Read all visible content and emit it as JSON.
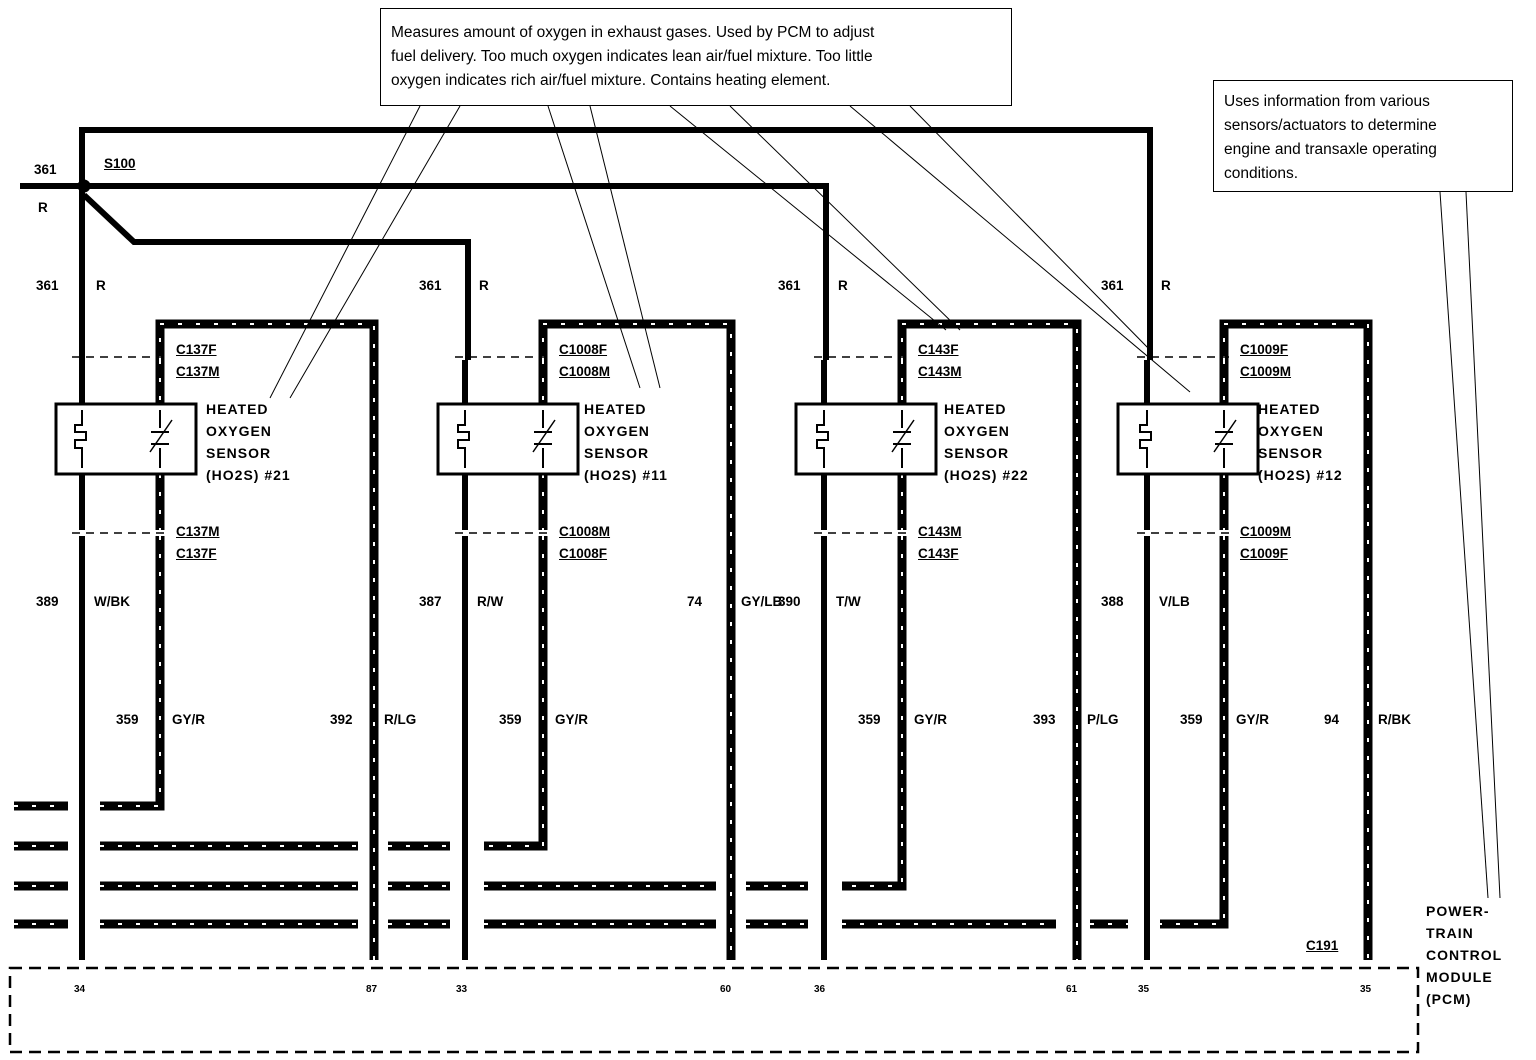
{
  "notes": {
    "hego": [
      "Measures amount of oxygen in exhaust gases. Used by PCM to adjust",
      "fuel delivery. Too much oxygen indicates lean air/fuel mixture. Too little",
      "oxygen indicates rich air/fuel mixture. Contains heating element."
    ],
    "pcm": [
      "Uses information from various",
      "sensors/actuators to determine",
      "engine and transaxle operating",
      "conditions."
    ]
  },
  "splice": {
    "circuit": "361",
    "color": "R",
    "name": "S100"
  },
  "sensors": [
    {
      "lines": [
        "HEATED",
        "OXYGEN",
        "SENSOR",
        "(HO2S) #21"
      ],
      "upper_f": "C137F",
      "upper_m": "C137M",
      "lower_m": "C137M",
      "lower_f": "C137F",
      "feed": [
        "361",
        "R"
      ],
      "sig": [
        "389",
        "W/BK"
      ],
      "gnd": [
        "359",
        "GY/R"
      ],
      "ret": [
        "392",
        "R/LG"
      ]
    },
    {
      "lines": [
        "HEATED",
        "OXYGEN",
        "SENSOR",
        "(HO2S) #11"
      ],
      "upper_f": "C1008F",
      "upper_m": "C1008M",
      "lower_m": "C1008M",
      "lower_f": "C1008F",
      "feed": [
        "361",
        "R"
      ],
      "sig": [
        "387",
        "R/W"
      ],
      "gnd": [
        "359",
        "GY/R"
      ],
      "ret": [
        "74",
        "GY/LB"
      ]
    },
    {
      "lines": [
        "HEATED",
        "OXYGEN",
        "SENSOR",
        "(HO2S) #22"
      ],
      "upper_f": "C143F",
      "upper_m": "C143M",
      "lower_m": "C143M",
      "lower_f": "C143F",
      "feed": [
        "361",
        "R"
      ],
      "sig": [
        "390",
        "T/W"
      ],
      "gnd": [
        "359",
        "GY/R"
      ],
      "ret": [
        "393",
        "P/LG"
      ]
    },
    {
      "lines": [
        "HEATED",
        "OXYGEN",
        "SENSOR",
        "(HO2S) #12"
      ],
      "upper_f": "C1009F",
      "upper_m": "C1009M",
      "lower_m": "C1009M",
      "lower_f": "C1009F",
      "feed": [
        "361",
        "R"
      ],
      "sig": [
        "388",
        "V/LB"
      ],
      "gnd": [
        "359",
        "GY/R"
      ],
      "ret": [
        "94",
        "R/BK"
      ]
    }
  ],
  "extra_wires": {
    "gyr": [
      "359",
      "GY/R"
    ]
  },
  "pcm": {
    "connector": "C191",
    "lines": [
      "POWER-",
      "TRAIN",
      "CONTROL",
      "MODULE",
      "(PCM)"
    ],
    "pins": [
      "34",
      "87",
      "33",
      "60",
      "36",
      "61",
      "35",
      "35"
    ]
  }
}
